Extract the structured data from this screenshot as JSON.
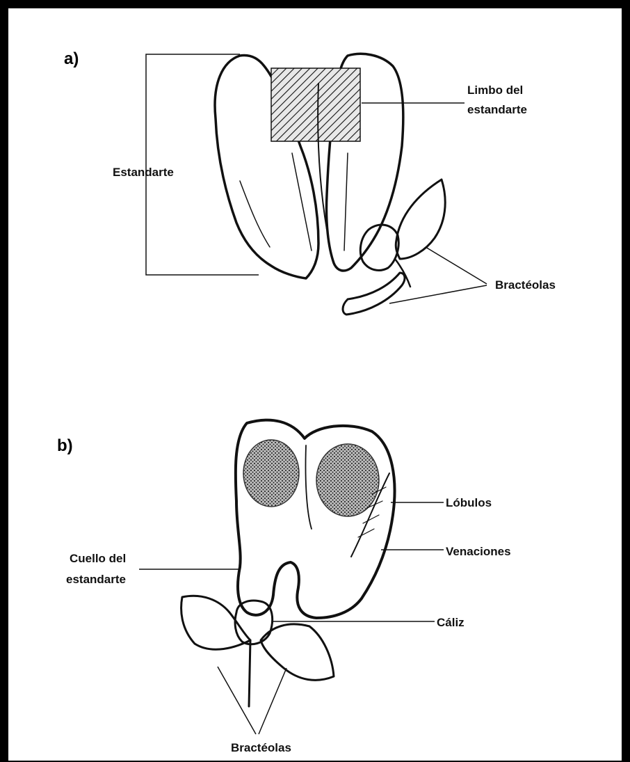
{
  "panels": {
    "a": {
      "id": "a)",
      "labels": {
        "estandarte": "Estandarte",
        "limbo_1": "Limbo del",
        "limbo_2": "estandarte",
        "bracteolas": "Bractéolas"
      }
    },
    "b": {
      "id": "b)",
      "labels": {
        "lobulos": "Lóbulos",
        "venaciones": "Venaciones",
        "cuello_1": "Cuello del",
        "cuello_2": "estandarte",
        "caliz": "Cáliz",
        "bracteolas": "Bractéolas"
      }
    }
  }
}
